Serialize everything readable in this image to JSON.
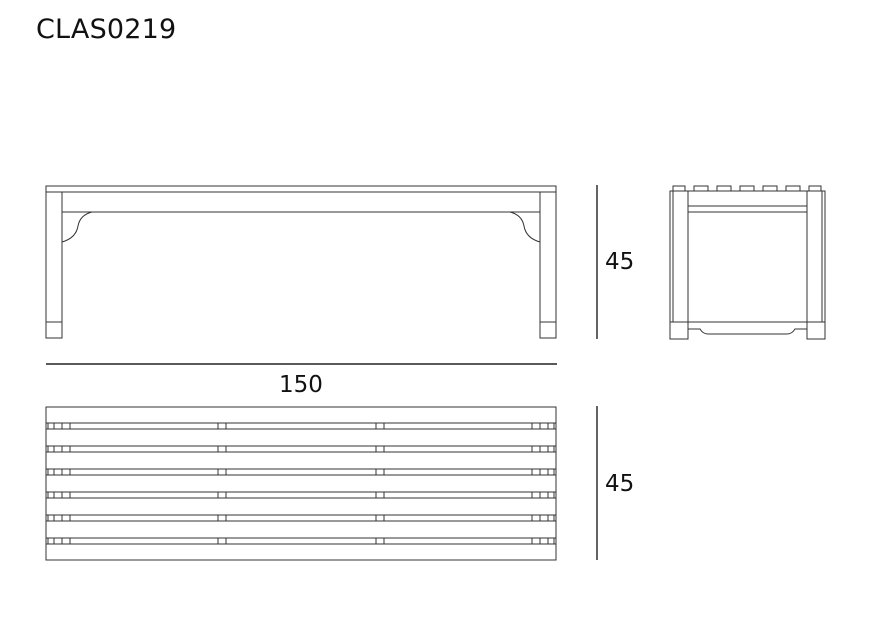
{
  "title": "CLAS0219",
  "dimensions": {
    "front_height": "45",
    "width": "150",
    "top_depth": "45"
  },
  "colors": {
    "line": "#333333",
    "background": "#ffffff"
  }
}
